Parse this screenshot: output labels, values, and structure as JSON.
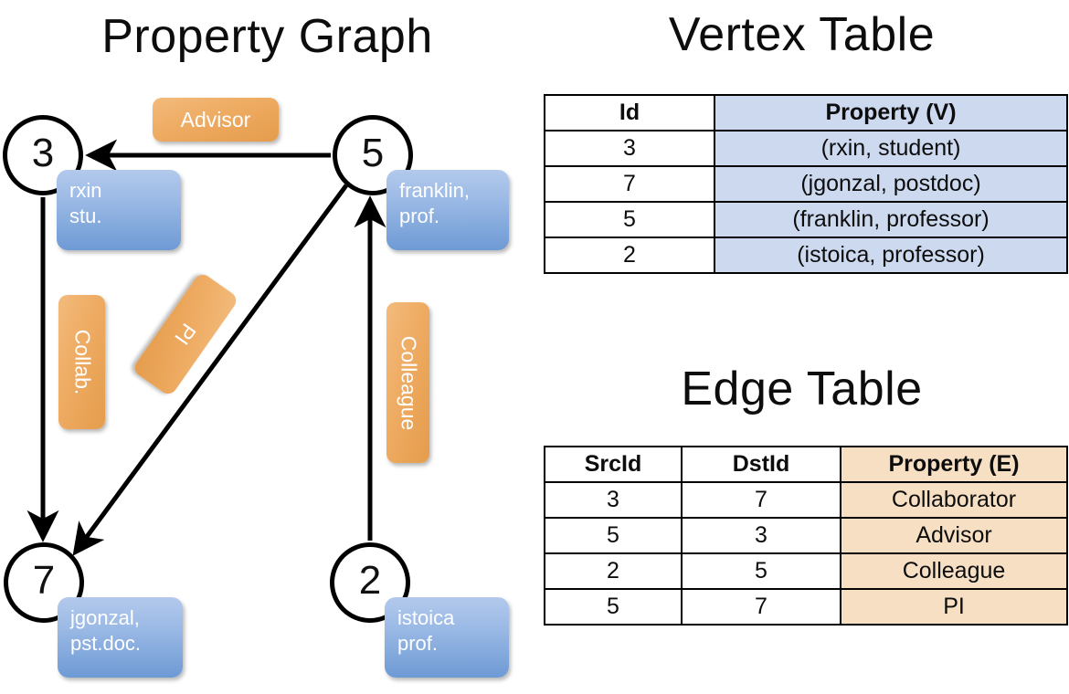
{
  "titles": {
    "property_graph": "Property Graph",
    "vertex_table": "Vertex Table",
    "edge_table": "Edge Table"
  },
  "graph": {
    "nodes": [
      {
        "id": "3",
        "property_line1": "rxin",
        "property_line2": "stu."
      },
      {
        "id": "5",
        "property_line1": "franklin,",
        "property_line2": "prof."
      },
      {
        "id": "7",
        "property_line1": "jgonzal,",
        "property_line2": "pst.doc."
      },
      {
        "id": "2",
        "property_line1": "istoica",
        "property_line2": "prof."
      }
    ],
    "edge_labels": {
      "advisor": "Advisor",
      "collab": "Collab.",
      "pi": "PI",
      "colleague": "Colleague"
    }
  },
  "vertex_table": {
    "headers": [
      "Id",
      "Property (V)"
    ],
    "rows": [
      {
        "id": "3",
        "property": "(rxin, student)"
      },
      {
        "id": "7",
        "property": "(jgonzal, postdoc)"
      },
      {
        "id": "5",
        "property": "(franklin, professor)"
      },
      {
        "id": "2",
        "property": "(istoica, professor)"
      }
    ]
  },
  "edge_table": {
    "headers": [
      "SrcId",
      "DstId",
      "Property (E)"
    ],
    "rows": [
      {
        "src": "3",
        "dst": "7",
        "property": "Collaborator"
      },
      {
        "src": "5",
        "dst": "3",
        "property": "Advisor"
      },
      {
        "src": "2",
        "dst": "5",
        "property": "Colleague"
      },
      {
        "src": "5",
        "dst": "7",
        "property": "PI"
      }
    ]
  },
  "colors": {
    "vertex_property_fill": "#ccd9ef",
    "edge_property_fill": "#f7dfc4",
    "node_property_box": "#6e9ad4",
    "edge_label_box": "#e59c4c"
  }
}
